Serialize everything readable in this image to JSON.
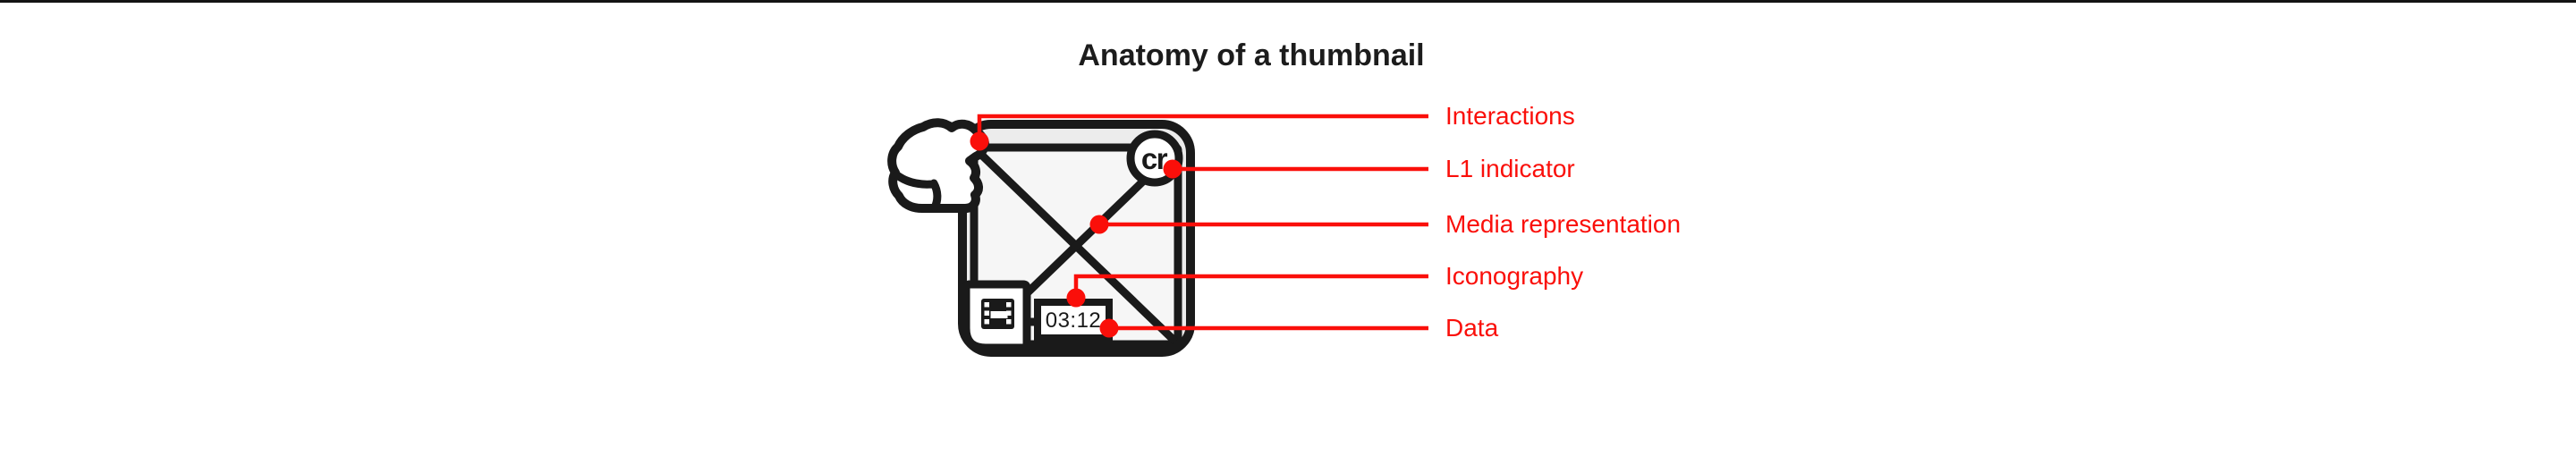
{
  "page": {
    "title": "Anatomy of a thumbnail"
  },
  "colors": {
    "red": "#FA0F0A",
    "ink": "#1A1A1A",
    "card": "#ECECEC",
    "media": "#F6F6F6",
    "paper": "#FFFFFF",
    "topbar": "#131313"
  },
  "diagram": {
    "thumbnail": {
      "l1_badge_text": "cr",
      "duration_text": "03:12"
    },
    "callouts": [
      {
        "label": "Interactions"
      },
      {
        "label": "L1 indicator"
      },
      {
        "label": "Media representation"
      },
      {
        "label": "Iconography"
      },
      {
        "label": "Data"
      }
    ]
  }
}
